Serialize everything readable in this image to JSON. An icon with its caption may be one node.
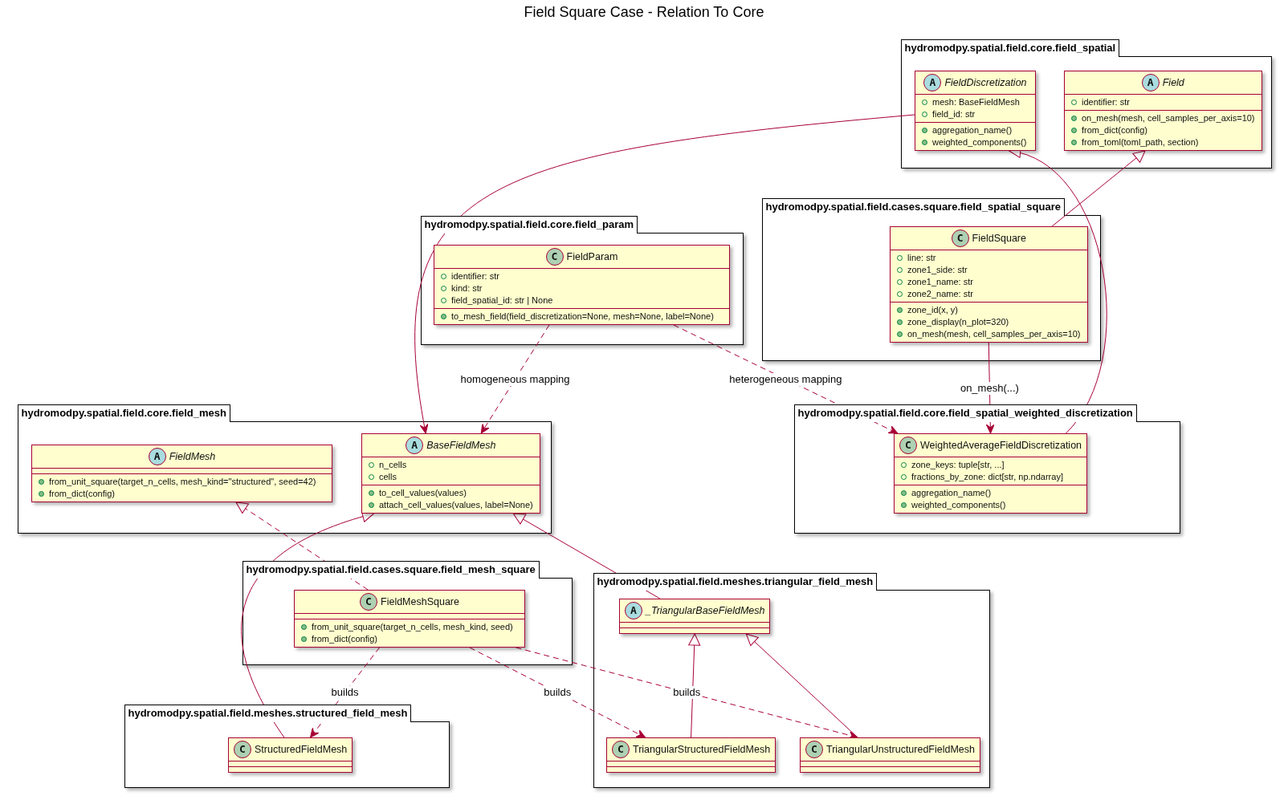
{
  "diagram": {
    "title": "Field Square Case - Relation To Core",
    "nodes": [
      {
        "text": [
          "hydromodpy.spatial.field.core.field_spatial"
        ]
      },
      {
        "text": [
          "A",
          "FieldDiscretization",
          "mesh: BaseFieldMesh",
          "field_id: str",
          "aggregation_name()",
          "weighted_components()"
        ],
        "in": 0
      },
      {
        "text": [
          "A",
          "Field",
          "identifier: str",
          "on_mesh(mesh, cell_samples_per_axis=10)",
          "from_dict(config)",
          "from_toml(toml_path, section)"
        ],
        "in": 0
      },
      {
        "text": [
          "hydromodpy.spatial.field.core.field_param"
        ]
      },
      {
        "text": [
          "C",
          "FieldParam",
          "identifier: str",
          "kind: str",
          "field_spatial_id: str | None",
          "to_mesh_field(field_discretization=None, mesh=None, label=None)"
        ],
        "in": 3
      },
      {
        "text": [
          "hydromodpy.spatial.field.cases.square.field_spatial_square"
        ]
      },
      {
        "text": [
          "C",
          "FieldSquare",
          "line: str",
          "zone1_side: str",
          "zone1_name: str",
          "zone2_name: str",
          "zone_id(x, y)",
          "zone_display(n_plot=320)",
          "on_mesh(mesh, cell_samples_per_axis=10)"
        ],
        "in": 5
      },
      {
        "text": [
          "hydromodpy.spatial.field.core.field_mesh"
        ]
      },
      {
        "text": [
          "A",
          "FieldMesh",
          "from_unit_square(target_n_cells, mesh_kind=\"structured\", seed=42)",
          "from_dict(config)"
        ],
        "in": 7
      },
      {
        "text": [
          "A",
          "BaseFieldMesh",
          "n_cells",
          "cells",
          "to_cell_values(values)",
          "attach_cell_values(values, label=None)"
        ],
        "in": 7
      },
      {
        "text": [
          "hydromodpy.spatial.field.core.field_spatial_weighted_discretization"
        ]
      },
      {
        "text": [
          "C",
          "WeightedAverageFieldDiscretization",
          "zone_keys: tuple[str, ...]",
          "fractions_by_zone: dict[str, np.ndarray]",
          "aggregation_name()",
          "weighted_components()"
        ],
        "in": 10
      },
      {
        "text": [
          "hydromodpy.spatial.field.cases.square.field_mesh_square"
        ]
      },
      {
        "text": [
          "C",
          "FieldMeshSquare",
          "from_unit_square(target_n_cells, mesh_kind, seed)",
          "from_dict(config)"
        ],
        "in": 12
      },
      {
        "text": [
          "hydromodpy.spatial.field.meshes.triangular_field_mesh"
        ]
      },
      {
        "text": [
          "A",
          "_TriangularBaseFieldMesh"
        ],
        "in": 14
      },
      {
        "text": [
          "C",
          "TriangularStructuredFieldMesh"
        ],
        "in": 14
      },
      {
        "text": [
          "C",
          "TriangularUnstructuredFieldMesh"
        ],
        "in": 14
      },
      {
        "text": [
          "hydromodpy.spatial.field.meshes.structured_field_mesh"
        ]
      },
      {
        "text": [
          "C",
          "StructuredFieldMesh"
        ],
        "in": 18
      }
    ],
    "edges": [
      {
        "from": 1,
        "to": 9,
        "arrow": "to"
      },
      {
        "from": 6,
        "to": 2,
        "arrow": "to"
      },
      {
        "from": 11,
        "to": 1,
        "arrow": "to"
      },
      {
        "from": 4,
        "to": 9,
        "arrow": "to",
        "style": "dashed",
        "label": "homogeneous mapping"
      },
      {
        "from": 4,
        "to": 11,
        "arrow": "to",
        "style": "dashed",
        "label": "heterogeneous mapping"
      },
      {
        "from": 6,
        "to": 11,
        "arrow": "to",
        "label": "on_mesh(...)"
      },
      {
        "from": 13,
        "to": 8,
        "arrow": "to",
        "style": "dashed"
      },
      {
        "from": 19,
        "to": 9,
        "arrow": "to"
      },
      {
        "from": 15,
        "to": 9,
        "arrow": "to"
      },
      {
        "from": 13,
        "to": 19,
        "arrow": "to",
        "style": "dashed",
        "label": "builds"
      },
      {
        "from": 13,
        "to": 16,
        "arrow": "to",
        "style": "dashed",
        "label": "builds"
      },
      {
        "from": 13,
        "to": 17,
        "arrow": "to",
        "style": "dashed",
        "label": "builds"
      },
      {
        "from": 16,
        "to": 15,
        "arrow": "to"
      },
      {
        "from": 17,
        "to": 15,
        "arrow": "to"
      }
    ]
  }
}
